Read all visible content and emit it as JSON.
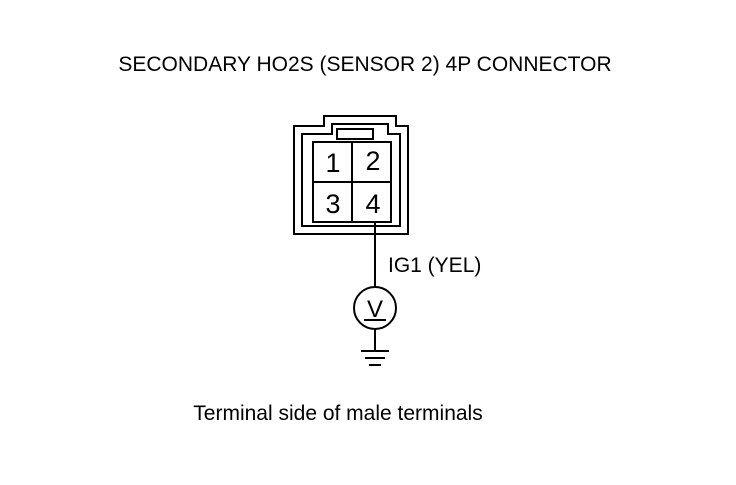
{
  "diagram": {
    "title": "SECONDARY HO2S (SENSOR 2) 4P CONNECTOR",
    "connector": {
      "pins": [
        "1",
        "2",
        "3",
        "4"
      ]
    },
    "wire_label": "IG1 (YEL)",
    "voltmeter_symbol": "V",
    "caption": "Terminal side of male terminals"
  }
}
